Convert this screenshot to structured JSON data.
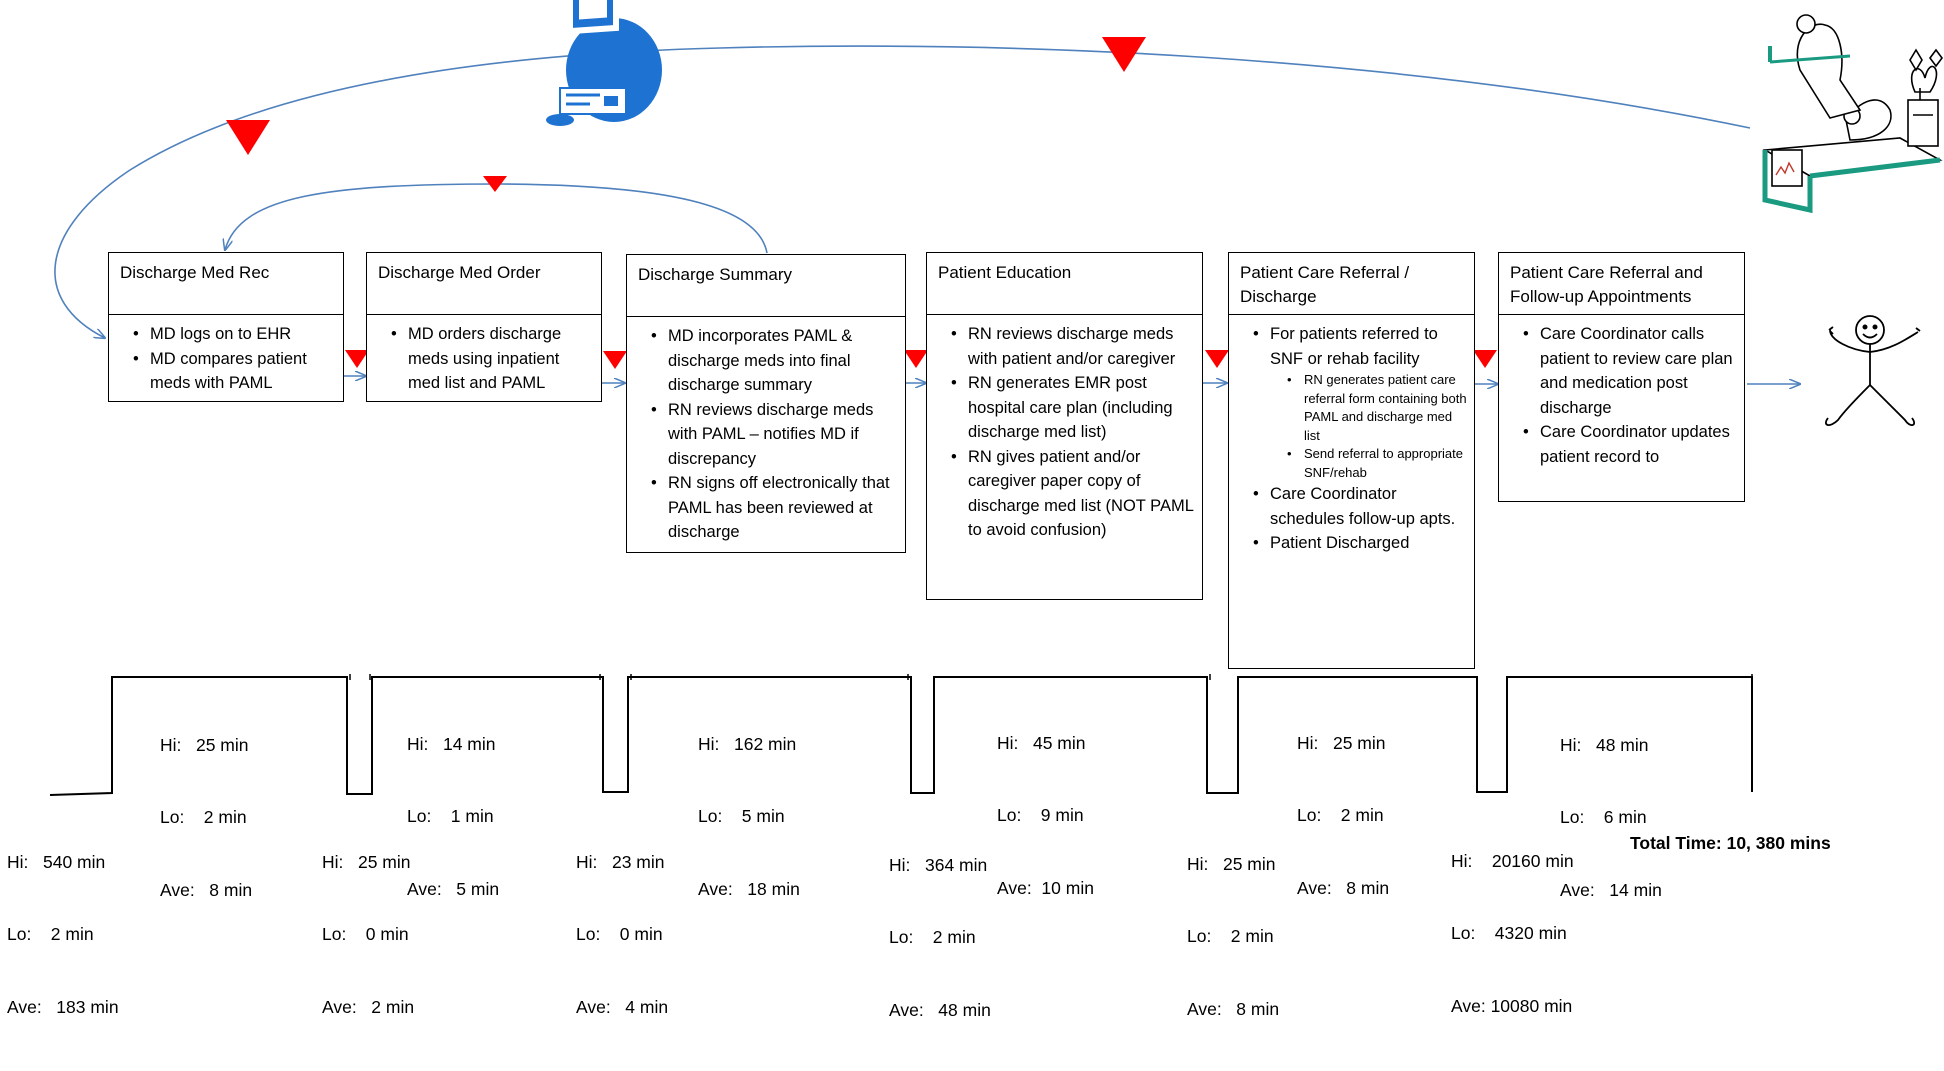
{
  "icons": {
    "computer": "computer-icon",
    "patient_bed": "patient-in-bed-icon",
    "stick_figure": "happy-stick-figure-icon",
    "wait_marker": "wait-triangle-icon"
  },
  "colors": {
    "flow_line": "#4f81bd",
    "wait_triangle": "#ff0000",
    "computer": "#1e73d2",
    "bed_frame": "#1a9a80"
  },
  "steps": [
    {
      "title": "Discharge Med Rec",
      "bullets": [
        "MD logs on to EHR",
        "MD compares patient meds with PAML"
      ]
    },
    {
      "title": "Discharge Med Order",
      "bullets": [
        "MD orders discharge meds using inpatient med list and PAML"
      ]
    },
    {
      "title": "Discharge Summary",
      "bullets": [
        "MD incorporates PAML & discharge meds into final discharge summary",
        "RN reviews discharge meds with PAML – notifies MD if discrepancy",
        "RN signs off electronically that PAML has been reviewed at discharge"
      ]
    },
    {
      "title": "Patient Education",
      "bullets": [
        "RN reviews discharge meds with patient and/or caregiver",
        "RN generates EMR post hospital care plan (including discharge med list)",
        "RN gives patient and/or caregiver paper copy of discharge med list (NOT PAML to avoid confusion)"
      ]
    },
    {
      "title": "Patient Care Referral / Discharge",
      "bullets": [
        "For patients referred to SNF or rehab facility",
        "Care Coordinator schedules follow-up apts.",
        "Patient Discharged"
      ],
      "sub_bullets": [
        "RN generates patient care referral form containing both PAML and discharge  med list",
        "Send referral to appropriate SNF/rehab"
      ]
    },
    {
      "title": "Patient Care Referral and Follow-up Appointments",
      "bullets": [
        "Care Coordinator calls patient to review care plan and medication post discharge",
        "Care Coordinator updates patient record to"
      ]
    }
  ],
  "process_times": [
    {
      "hi": "Hi:   25 min",
      "lo": "Lo:    2 min",
      "ave": "Ave:   8 min"
    },
    {
      "hi": "Hi:   14 min",
      "lo": "Lo:    1 min",
      "ave": "Ave:   5 min"
    },
    {
      "hi": "Hi:   162 min",
      "lo": "Lo:    5 min",
      "ave": "Ave:   18 min"
    },
    {
      "hi": "Hi:   45 min",
      "lo": "Lo:    9 min",
      "ave": "Ave:  10 min"
    },
    {
      "hi": "Hi:   25 min",
      "lo": "Lo:    2 min",
      "ave": "Ave:   8 min"
    },
    {
      "hi": "Hi:   48 min",
      "lo": "Lo:    6 min",
      "ave": "Ave:   14 min"
    }
  ],
  "wait_times": [
    {
      "hi": "Hi:   540 min",
      "lo": "Lo:    2 min",
      "ave": "Ave:   183 min"
    },
    {
      "hi": "Hi:   25 min",
      "lo": "Lo:    0 min",
      "ave": "Ave:   2 min"
    },
    {
      "hi": "Hi:   23 min",
      "lo": "Lo:    0 min",
      "ave": "Ave:   4 min"
    },
    {
      "hi": "Hi:   364 min",
      "lo": "Lo:    2 min",
      "ave": "Ave:   48 min"
    },
    {
      "hi": "Hi:   25 min",
      "lo": "Lo:    2 min",
      "ave": "Ave:   8 min"
    },
    {
      "hi": "Hi:    20160 min",
      "lo": "Lo:    4320 min",
      "ave": "Ave: 10080 min"
    }
  ],
  "total_time": "Total Time: 10, 380 mins"
}
